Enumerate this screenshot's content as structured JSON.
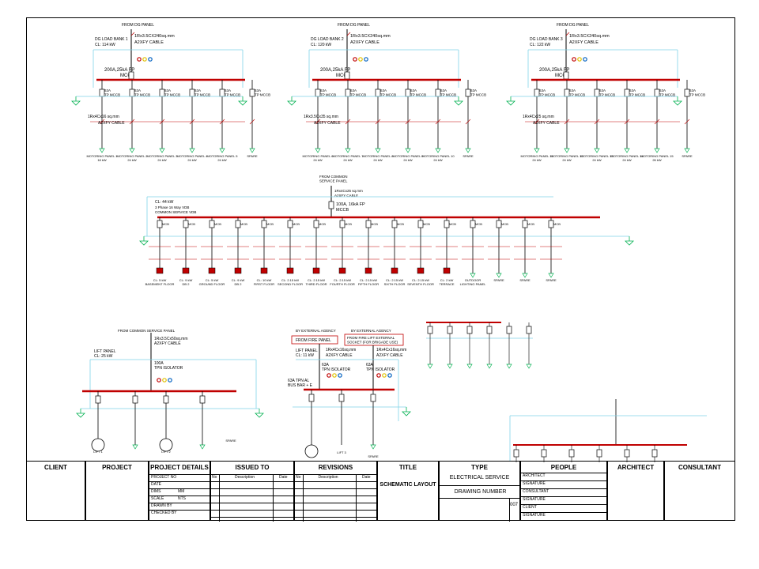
{
  "panels": {
    "dg1": {
      "source": "FROM DG PANEL",
      "name": "DG LOAD BANK 1",
      "load": "CL: 114 kW",
      "cable": "1Rx3.5CX240sq.mm",
      "cable_type": "A2XFY CABLE",
      "breaker": "200A,25kA FP",
      "breaker_type": "MCCB",
      "outgoing": [
        "63A\nTP MCCB",
        "63A\nTP MCCB",
        "63A\nTP MCCB",
        "63A\nTP MCCB",
        "63A\nTP MCCB",
        "63A\nTP MCCB"
      ],
      "feeders": [
        "MOTORING PANEL 1\n18 kW",
        "MOTORING PANEL 2\n24 kW",
        "MOTORING PANEL 3\n24 kW",
        "MOTORING PANEL 4\n24 kW",
        "MOTORING PANEL 5\n24 kW",
        "SPARE"
      ],
      "out_cable": "1Rx4Cx16 sq.mm",
      "out_cable_type": "A2XFY CABLE"
    },
    "dg2": {
      "source": "FROM DG PANEL",
      "name": "DG LOAD BANK 2",
      "load": "CL: 120 kW",
      "cable": "1Rx3.5CX240sq.mm",
      "cable_type": "A2XFY CABLE",
      "breaker": "200A,25kA FP",
      "breaker_type": "MCCB",
      "outgoing": [
        "63A\nTP MCCB",
        "63A\nTP MCCB",
        "63A\nTP MCCB",
        "63A\nTP MCCB",
        "63A\nTP MCCB",
        "63A\nTP MCCB"
      ],
      "feeders": [
        "MOTORING PANEL 6\n24 kW",
        "MOTORING PANEL 7\n24 kW",
        "MOTORING PANEL 8\n24 kW",
        "MOTORING PANEL 9\n24 kW",
        "MOTORING PANEL 10\n24 kW",
        "SPARE"
      ],
      "out_cable": "1Rx3.5Cx35 sq.mm",
      "out_cable_type": "A2XFY CABLE"
    },
    "dg3": {
      "source": "FROM DG PANEL",
      "name": "DG LOAD BANK 3",
      "load": "CL: 122 kW",
      "cable": "1Rx3.5CX240sq.mm",
      "cable_type": "A2XFY CABLE",
      "breaker": "200A,25kA FP",
      "breaker_type": "MCCB",
      "outgoing": [
        "63A\nTP MCCB",
        "63A\nTP MCCB",
        "63A\nTP MCCB",
        "63A\nTP MCCB",
        "63A\nTP MCCB",
        "63A\nTP MCCB"
      ],
      "feeders": [
        "MOTORING PANEL 11\n24 kW",
        "MOTORING PANEL 12\n24 kW",
        "MOTORING PANEL 13\n24 kW",
        "MOTORING PANEL 14\n24 kW",
        "MOTORING PANEL 15\n26 kW",
        "SPARE"
      ],
      "out_cable": "1Rx4Cx25 sq.mm",
      "out_cable_type": "A2XFY CABLE"
    },
    "common": {
      "source": "FROM COMMON\nSERVICE PANEL",
      "load": "CL: 44 kW",
      "desc": "3 Phase 16 Way VDB",
      "desc2": "COMMON SERVICE VDB",
      "cable": "1Rx4Cx25 sq.mm",
      "cable_type": "A2XFY CABLE",
      "breaker": "100A, 16kA FP",
      "breaker_type": "MCCB",
      "outgoing_count": 16,
      "feeders": [
        "CL: 5 kW\nBASEMENT FLOOR",
        "CL: 9 kW\nDB 2",
        "CL: 5 kW\nGROUND FLOOR",
        "CL: 9 kW\nDB 2",
        "CL: 10 kW\nFIRST FLOOR",
        "CL: 2.15 kW\nSECOND FLOOR",
        "CL: 2.15 kW\nTHIRD FLOOR",
        "CL: 2.15 kW\nFOURTH FLOOR",
        "CL: 2.15 kW\nFIFTH FLOOR",
        "CL: 2.15 kW\nSIXTH FLOOR",
        "CL: 2.15 kW\nSEVENTH FLOOR",
        "CL: 2 kW\nTERRACE",
        "OUTDOOR\nLIGHTING PANEL",
        "SPARE",
        "SPARE",
        "SPARE"
      ]
    },
    "lift": {
      "source": "FROM COMMON SERVICE PANEL",
      "name": "LIFT PANEL",
      "load": "CL: 25 kW",
      "cable": "1Rx3.5Cx50sq.mm",
      "cable_type": "A2XFY CABLE",
      "isolator": "100A\nTPN ISOLATOR",
      "feeders": [
        "LIFT 1",
        "LIFT 2",
        "SPARE"
      ]
    },
    "fire_lift": {
      "source1": "BY EXTERNAL AGENCY",
      "box1": "FROM FIRE PANEL",
      "source2": "BY EXTERNAL AGENCY",
      "box2": "FROM FIRE LIFT EXTERNAL\nSOCKET (FOR BRIGADE USE)",
      "name": "LIFT PANEL",
      "load": "CL: 11 kW",
      "cable1": "1Rx4Cx16sq.mm",
      "cable2": "1Rx4Cx16sq.mm",
      "cable_type": "A2XFY CABLE",
      "iso1": "63A\nTPN ISOLATOR",
      "iso2": "63A\nTPN ISOLATOR",
      "busbar": "63A TPN AL\nBUS BAR + E",
      "feeders": [
        "LIFT 3",
        "SPARE"
      ]
    }
  },
  "phases": [
    "R",
    "Y",
    "B"
  ],
  "title_block": {
    "headers": [
      "CLIENT",
      "PROJECT",
      "PROJECT DETAILS",
      "ISSUED TO",
      "REVISIONS",
      "TITLE",
      "TYPE",
      "PEOPLE",
      "ARCHITECT",
      "CONSULTANT"
    ],
    "project_details": [
      "PROJECT NO",
      "DATE",
      "DIMS",
      "SCALE",
      "DRAWN BY",
      "CHECKED BY"
    ],
    "dims_value": "MM",
    "scale_value": "NTS",
    "issued_cols": [
      "No",
      "Description",
      "Date"
    ],
    "revision_cols": [
      "No",
      "Description",
      "Date"
    ],
    "title": "SCHEMATIC LAYOUT",
    "type": "ELECTRICAL SERVICE",
    "drawing_number_label": "DRAWING NUMBER",
    "drawing_number": "007",
    "people": [
      "ARCHITECT",
      "SIGNATURE",
      "CONSULTANT",
      "SIGNATURE",
      "CLIENT",
      "SIGNATURE"
    ]
  },
  "colors": {
    "busbar": "#c00000",
    "earth": "#00b050",
    "cable_line": "#7fd3e8",
    "wire": "#000000",
    "breaker": "#c00000"
  }
}
